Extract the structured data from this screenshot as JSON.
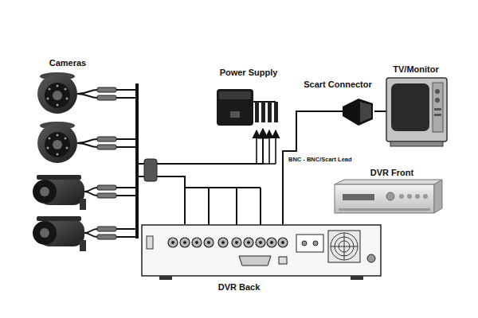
{
  "diagram": {
    "nodes": [
      {
        "text": [
          "Cameras"
        ]
      },
      {
        "text": [
          "Power Supply"
        ]
      },
      {
        "text": [
          "Scart Connector"
        ]
      },
      {
        "text": [
          "TV/Monitor"
        ]
      },
      {
        "text": [
          "DVR Front"
        ]
      },
      {
        "text": [
          "DVR Back"
        ]
      }
    ],
    "edges": [
      {
        "from": 0,
        "to": 5,
        "arrow": "none"
      },
      {
        "from": 0,
        "to": 1,
        "arrow": "to"
      },
      {
        "from": 5,
        "to": 2,
        "label": "BNC - BNC/Scart Lead",
        "arrow": "none"
      },
      {
        "from": 2,
        "to": 3,
        "arrow": "none"
      }
    ]
  }
}
